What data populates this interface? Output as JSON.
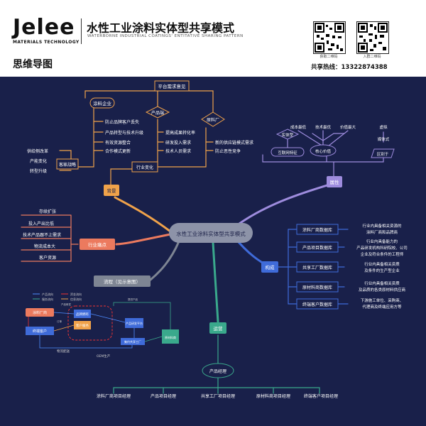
{
  "header": {
    "logo": "Jelee",
    "logo_sub": "MATERIALS TECHNOLOGY",
    "title": "水性工业涂料实体型共享模式",
    "subtitle": "WATERBORNE INDUSTRIAL COATINGS' ENTITATIVE SHARING PATTERN",
    "page_title": "思维导图",
    "qr_captions": [
      "获取二维码",
      "入群二维码"
    ],
    "hotline_label": "共享热线：",
    "hotline": "13322874388"
  },
  "mindmap": {
    "center": "水性工业涂料实体型共享模式",
    "top_left": {
      "root": "平台需求意见",
      "groups": [
        {
          "label": "涂料企业",
          "items": [
            "防止品牌客户丢失",
            "产品转型与技术升级",
            "有效资源整合",
            "合作模式更新"
          ]
        },
        {
          "label": "产品端",
          "items": [
            "提高成果转化率",
            "研发投入需求",
            "技术人员需求"
          ]
        },
        {
          "label": "原料厂",
          "items": [
            "新的供应链模式需求",
            "防止恶性竞争"
          ]
        }
      ],
      "customer": {
        "label": "客家战略",
        "items": [
          "供给侧改革",
          "产能变化",
          "转型升级"
        ]
      },
      "industry_change": "行业变化",
      "hub": "背景"
    },
    "top_right": {
      "hub": "属性",
      "entity": "实体型",
      "entity_item": "互联网特征",
      "core": "核心价值",
      "core_items": [
        "成本最低",
        "技术最优",
        "价值最大"
      ],
      "virtual": "虚拟",
      "virtual_item": "媒体式",
      "unique": "区别于"
    },
    "left": {
      "hub": "行业痛点",
      "items": [
        "存续扩张",
        "投入产出比低",
        "技术产品跟不上需求",
        "物流成本大",
        "客户资源"
      ]
    },
    "flow": {
      "hub": "流程（见示意图）",
      "legend": [
        "产品流向",
        "资金流向",
        "服务流向",
        "信息流向"
      ],
      "nodes": {
        "coating_maker": "涂料厂商",
        "brand_owner": "品牌拥有",
        "customer_service": "客户服务",
        "end_customer": "终端客户",
        "platform": "产品研发平台",
        "factory": "集约共享工厂",
        "raw_material": "原材料商",
        "oem": "OEM生产",
        "logistics": "物流配送"
      },
      "edge_labels": [
        "产品研发",
        "订单",
        "提供产品"
      ]
    },
    "right": {
      "hub": "构成",
      "items": [
        {
          "label": "涂料厂商数据库",
          "desc": [
            "行业内具备相关资源的",
            "涂料厂商和品牌商"
          ]
        },
        {
          "label": "产品项目数据库",
          "desc": [
            "行业内具备能力的",
            "产品研发机构科研院校、公司",
            "企业及符合条件的工程师"
          ]
        },
        {
          "label": "共享工厂数据库",
          "desc": [
            "行业内具备相关资质",
            "及条件的生产型企业"
          ]
        },
        {
          "label": "原材料商数据库",
          "desc": [
            "行业内具备相关资质",
            "及品质的各类原材料供应商"
          ]
        },
        {
          "label": "终端客户数据库",
          "desc": [
            "下游施工单位、采购商、",
            "代理商及终端应用方等"
          ]
        }
      ]
    },
    "bottom": {
      "hub": "运营",
      "manager": "产品经理",
      "items": [
        "涂料厂商项目经理",
        "产品项目经理",
        "共享工厂项目经理",
        "原材料商项目经理",
        "终端客户项目经理"
      ]
    }
  },
  "colors": {
    "background": "#19204a",
    "center": "#8d93a8",
    "orange": "#f0a24a",
    "blue": "#3f6bd9",
    "salmon": "#ec7a5e",
    "violet": "#9e8cde",
    "green": "#3aa98c",
    "gray": "#7e8593"
  }
}
